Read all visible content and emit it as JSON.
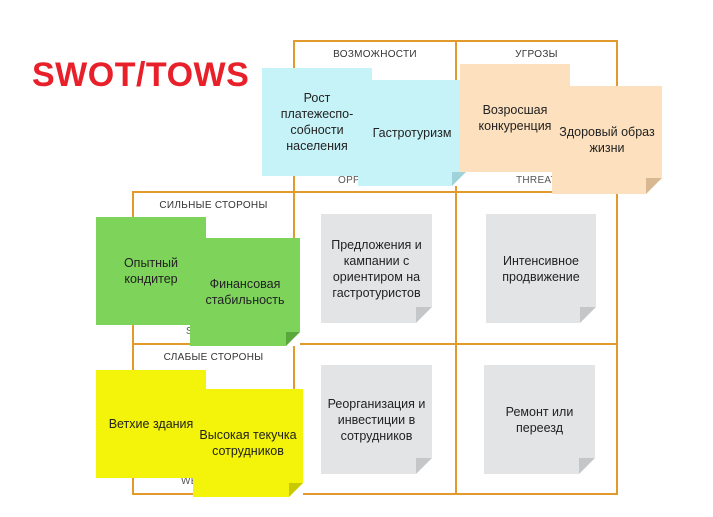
{
  "title": "SWOT/TOWS",
  "headers": {
    "opportunities": "ВОЗМОЖНОСТИ",
    "threats": "УГРОЗЫ",
    "strengths": "СИЛЬНЫЕ СТОРОНЫ",
    "weaknesses": "СЛАБЫЕ СТОРОНЫ"
  },
  "partial_labels": {
    "opportunities_en": "OPPO",
    "threats_en": "THREAT",
    "strengths_en": "S",
    "weaknesses_en": "WE"
  },
  "opportunities_notes": [
    "Рост платежеспо-собности населения",
    "Гастротуризм"
  ],
  "threats_notes": [
    "Возросшая конкуренция",
    "Здоровый образ жизни"
  ],
  "strengths_notes": [
    "Опытный кондитер",
    "Финансовая стабильность"
  ],
  "weaknesses_notes": [
    "Ветхие здания",
    "Высокая текучка сотрудников"
  ],
  "cells": {
    "so": "Предложения и кампании с ориентиром на гастротуристов",
    "st": "Интенсивное продвижение",
    "wo": "Реорганизация и инвестиции в сотрудников",
    "wt": "Ремонт или переезд"
  },
  "colors": {
    "grid": "#e39a2d",
    "title": "#e8202a",
    "opportunities": "#c6f3f8",
    "threats": "#fde0bd",
    "strengths": "#7ed35b",
    "weaknesses": "#f4f40a",
    "cell": "#e3e4e6"
  }
}
